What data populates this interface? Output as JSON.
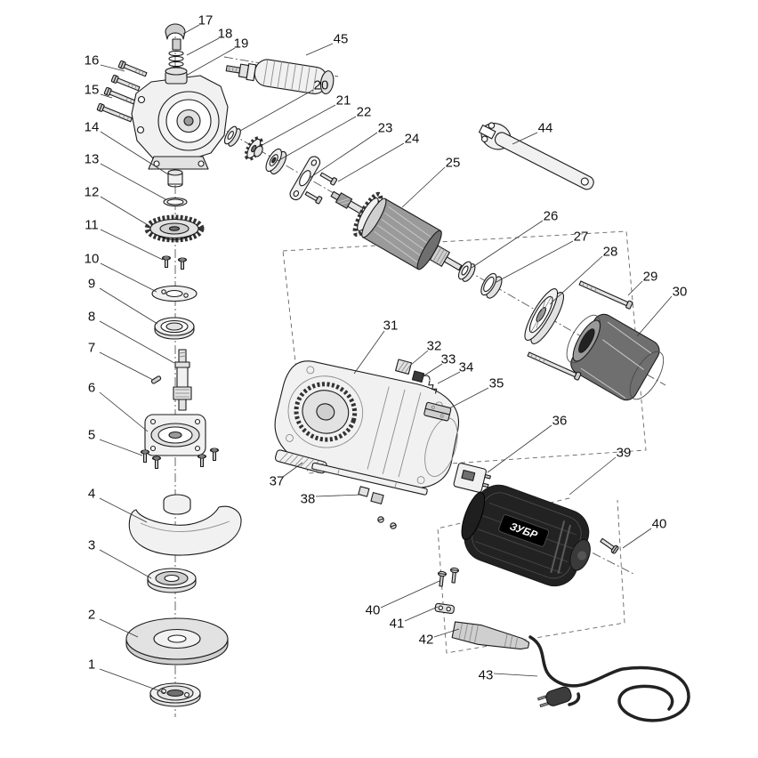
{
  "diagram": {
    "type": "exploded-parts-diagram",
    "subject": "angle-grinder",
    "brand_text": "ЗУБР",
    "colors": {
      "line": "#1a1a1a",
      "leader": "#333333",
      "dash": "#555555",
      "paper": "#ffffff",
      "dark_part": "#2d2d2d"
    },
    "callouts": [
      {
        "label": "1",
        "text": [
          103,
          747
        ],
        "line": [
          112,
          752,
          186,
          779
        ]
      },
      {
        "label": "2",
        "text": [
          103,
          691
        ],
        "line": [
          112,
          696,
          155,
          716
        ]
      },
      {
        "label": "3",
        "text": [
          103,
          613
        ],
        "line": [
          112,
          618,
          170,
          650
        ]
      },
      {
        "label": "4",
        "text": [
          103,
          555
        ],
        "line": [
          112,
          560,
          165,
          587
        ]
      },
      {
        "label": "5",
        "text": [
          103,
          489
        ],
        "line": [
          112,
          494,
          160,
          512
        ]
      },
      {
        "label": "6",
        "text": [
          103,
          436
        ],
        "line": [
          112,
          441,
          166,
          485
        ]
      },
      {
        "label": "7",
        "text": [
          103,
          391
        ],
        "line": [
          112,
          396,
          172,
          427
        ]
      },
      {
        "label": "8",
        "text": [
          103,
          356
        ],
        "line": [
          112,
          361,
          196,
          408
        ]
      },
      {
        "label": "9",
        "text": [
          103,
          319
        ],
        "line": [
          112,
          324,
          177,
          364
        ]
      },
      {
        "label": "10",
        "text": [
          103,
          291
        ],
        "line": [
          113,
          296,
          176,
          328
        ]
      },
      {
        "label": "11",
        "text": [
          103,
          253
        ],
        "line": [
          113,
          258,
          183,
          292
        ]
      },
      {
        "label": "12",
        "text": [
          103,
          216
        ],
        "line": [
          113,
          221,
          168,
          254
        ]
      },
      {
        "label": "13",
        "text": [
          103,
          179
        ],
        "line": [
          113,
          184,
          186,
          224
        ]
      },
      {
        "label": "14",
        "text": [
          103,
          143
        ],
        "line": [
          113,
          148,
          189,
          196
        ]
      },
      {
        "label": "15",
        "text": [
          103,
          101
        ],
        "line": [
          113,
          106,
          126,
          110
        ]
      },
      {
        "label": "16",
        "text": [
          103,
          68
        ],
        "line": [
          113,
          73,
          140,
          80
        ]
      },
      {
        "label": "17",
        "text": [
          231,
          23
        ],
        "line": [
          224,
          28,
          206,
          38
        ]
      },
      {
        "label": "18",
        "text": [
          253,
          38
        ],
        "line": [
          246,
          43,
          210,
          62
        ]
      },
      {
        "label": "19",
        "text": [
          271,
          49
        ],
        "line": [
          264,
          54,
          209,
          85
        ]
      },
      {
        "label": "20",
        "text": [
          361,
          96
        ],
        "line": [
          352,
          101,
          270,
          147
        ]
      },
      {
        "label": "21",
        "text": [
          386,
          113
        ],
        "line": [
          377,
          118,
          291,
          165
        ]
      },
      {
        "label": "22",
        "text": [
          409,
          126
        ],
        "line": [
          400,
          131,
          312,
          181
        ]
      },
      {
        "label": "23",
        "text": [
          433,
          144
        ],
        "line": [
          424,
          149,
          348,
          200
        ]
      },
      {
        "label": "24",
        "text": [
          463,
          156
        ],
        "line": [
          454,
          161,
          380,
          204
        ]
      },
      {
        "label": "25",
        "text": [
          509,
          183
        ],
        "line": [
          500,
          188,
          452,
          233
        ]
      },
      {
        "label": "26",
        "text": [
          619,
          243
        ],
        "line": [
          610,
          248,
          530,
          301
        ]
      },
      {
        "label": "27",
        "text": [
          653,
          266
        ],
        "line": [
          644,
          271,
          556,
          318
        ]
      },
      {
        "label": "28",
        "text": [
          686,
          283
        ],
        "line": [
          677,
          288,
          618,
          342
        ]
      },
      {
        "label": "29",
        "text": [
          731,
          311
        ],
        "line": [
          722,
          316,
          706,
          332
        ]
      },
      {
        "label": "30",
        "text": [
          764,
          328
        ],
        "line": [
          755,
          333,
          716,
          378
        ]
      },
      {
        "label": "31",
        "text": [
          439,
          366
        ],
        "line": [
          432,
          372,
          398,
          420
        ]
      },
      {
        "label": "32",
        "text": [
          488,
          389
        ],
        "line": [
          481,
          394,
          462,
          410
        ]
      },
      {
        "label": "33",
        "text": [
          504,
          404
        ],
        "line": [
          497,
          409,
          477,
          422
        ]
      },
      {
        "label": "34",
        "text": [
          524,
          413
        ],
        "line": [
          517,
          418,
          492,
          431
        ]
      },
      {
        "label": "35",
        "text": [
          558,
          431
        ],
        "line": [
          549,
          436,
          505,
          459
        ]
      },
      {
        "label": "36",
        "text": [
          629,
          473
        ],
        "line": [
          620,
          478,
          548,
          531
        ]
      },
      {
        "label": "37",
        "text": [
          311,
          541
        ],
        "line": [
          318,
          536,
          340,
          520
        ]
      },
      {
        "label": "38",
        "text": [
          346,
          561
        ],
        "line": [
          355,
          558,
          406,
          556
        ]
      },
      {
        "label": "39",
        "text": [
          701,
          509
        ],
        "line": [
          692,
          514,
          640,
          556
        ]
      },
      {
        "label": "40",
        "text": [
          741,
          589
        ],
        "line": [
          732,
          594,
          700,
          616
        ]
      },
      {
        "label": "40",
        "text": [
          419,
          686
        ],
        "line": [
          428,
          683,
          494,
          653
        ]
      },
      {
        "label": "41",
        "text": [
          446,
          701
        ],
        "line": [
          455,
          698,
          492,
          682
        ]
      },
      {
        "label": "42",
        "text": [
          479,
          719
        ],
        "line": [
          488,
          716,
          516,
          707
        ]
      },
      {
        "label": "43",
        "text": [
          546,
          759
        ],
        "line": [
          555,
          757,
          604,
          760
        ]
      },
      {
        "label": "44",
        "text": [
          613,
          144
        ],
        "line": [
          604,
          149,
          576,
          162
        ]
      },
      {
        "label": "45",
        "text": [
          383,
          44
        ],
        "line": [
          374,
          49,
          344,
          62
        ]
      }
    ]
  }
}
